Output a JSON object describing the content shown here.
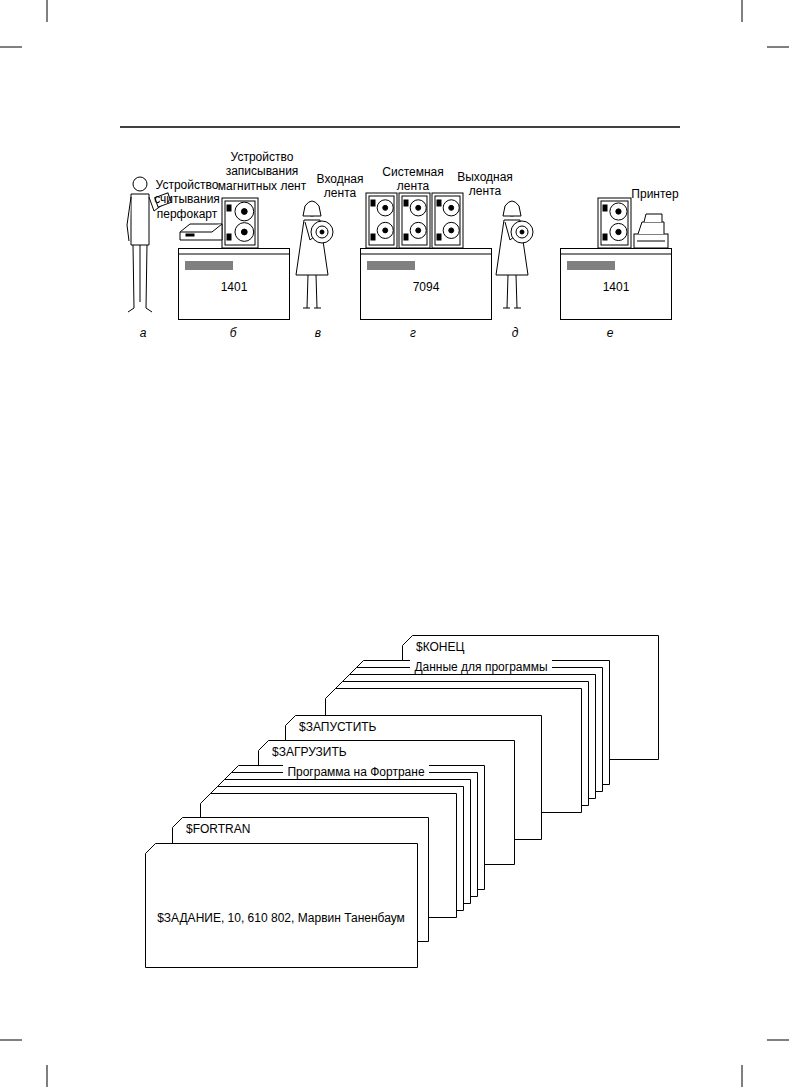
{
  "diagram": {
    "nodes": [
      {
        "text": [
          "1401"
        ]
      },
      {
        "text": [
          "7094"
        ]
      },
      {
        "text": [
          "1401"
        ]
      },
      {
        "text": [
          "$КОНЕЦ"
        ]
      },
      {
        "text": [
          "Данные для программы"
        ]
      },
      {
        "text": [
          "$ЗАПУСТИТЬ"
        ]
      },
      {
        "text": [
          "$ЗАГРУЗИТЬ"
        ]
      },
      {
        "text": [
          "Программа на Фортране"
        ]
      },
      {
        "text": [
          "$FORTRAN"
        ]
      },
      {
        "text": [
          "$ЗАДАНИЕ, 10, 610 802, Марвин Таненбаум"
        ]
      }
    ],
    "labels": [
      "Устройство считывания перфокарт",
      "Устройство записывания магнитных лент",
      "Входная лента",
      "Системная лента",
      "Выходная лента",
      "Принтер",
      "а",
      "б",
      "в",
      "г",
      "д",
      "е"
    ]
  }
}
